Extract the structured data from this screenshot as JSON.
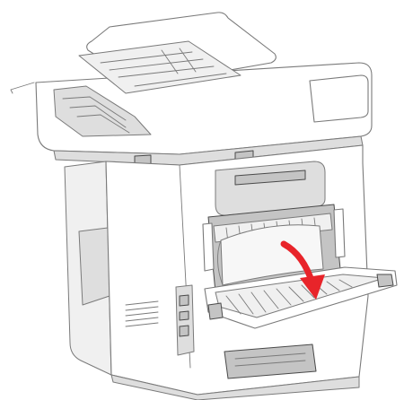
{
  "figure": {
    "subject": "printer-rear-door-paper-jam",
    "colors": {
      "outline": "#7a7a7a",
      "outline_dark": "#4a4a4a",
      "body_fill": "#ffffff",
      "shade_light": "#f0f0f0",
      "shade_mid": "#dedede",
      "shade_dark": "#c4c4c4",
      "arrow": "#e8242a",
      "paper": "#f7f7f7"
    },
    "icons": {
      "arrow": "curved-red-arrow",
      "paper": "jammed-paper-sheet"
    }
  }
}
